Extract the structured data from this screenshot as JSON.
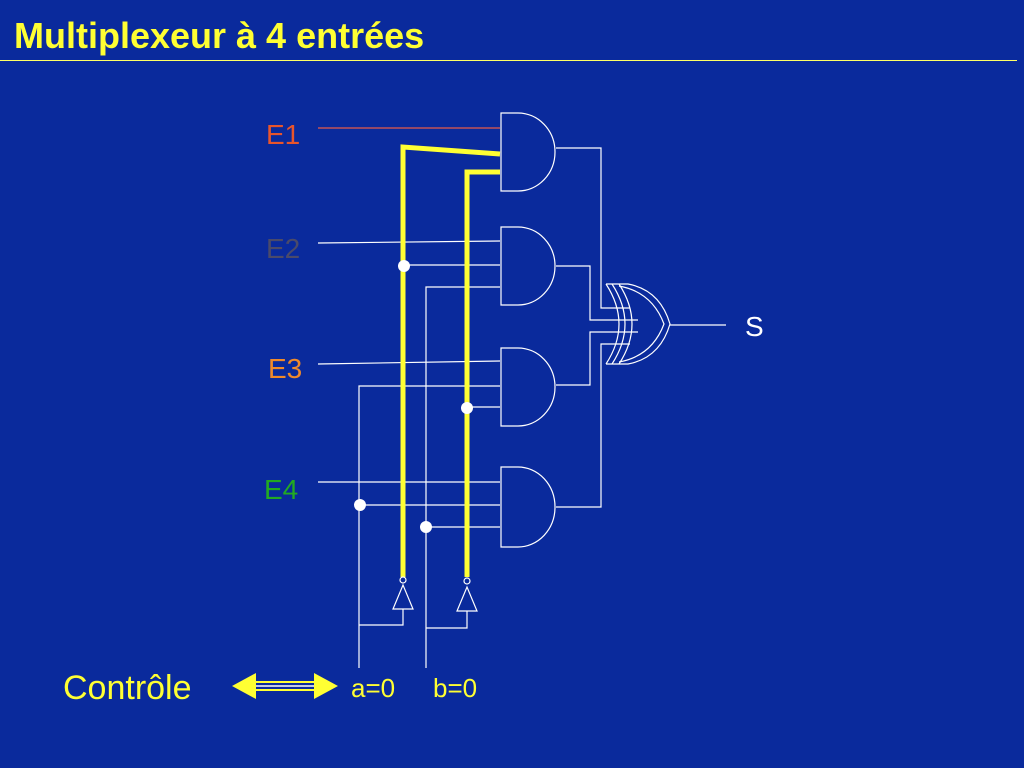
{
  "title": "Multiplexeur à 4 entrées",
  "inputs": [
    {
      "label": "E1",
      "color": "#e8552c"
    },
    {
      "label": "E2",
      "color": "#4a4a6a"
    },
    {
      "label": "E3",
      "color": "#f08a2a"
    },
    {
      "label": "E4",
      "color": "#22aa22"
    }
  ],
  "output": {
    "label": "S",
    "color": "#ffffff"
  },
  "control": {
    "label": "Contrôle",
    "a_label": "a=0",
    "b_label": "b=0"
  },
  "colors": {
    "background": "#0a2a9c",
    "title": "#ffff33",
    "wire": "#ffffff",
    "active_wire": "#ffff33",
    "text_yellow": "#ffff33"
  }
}
